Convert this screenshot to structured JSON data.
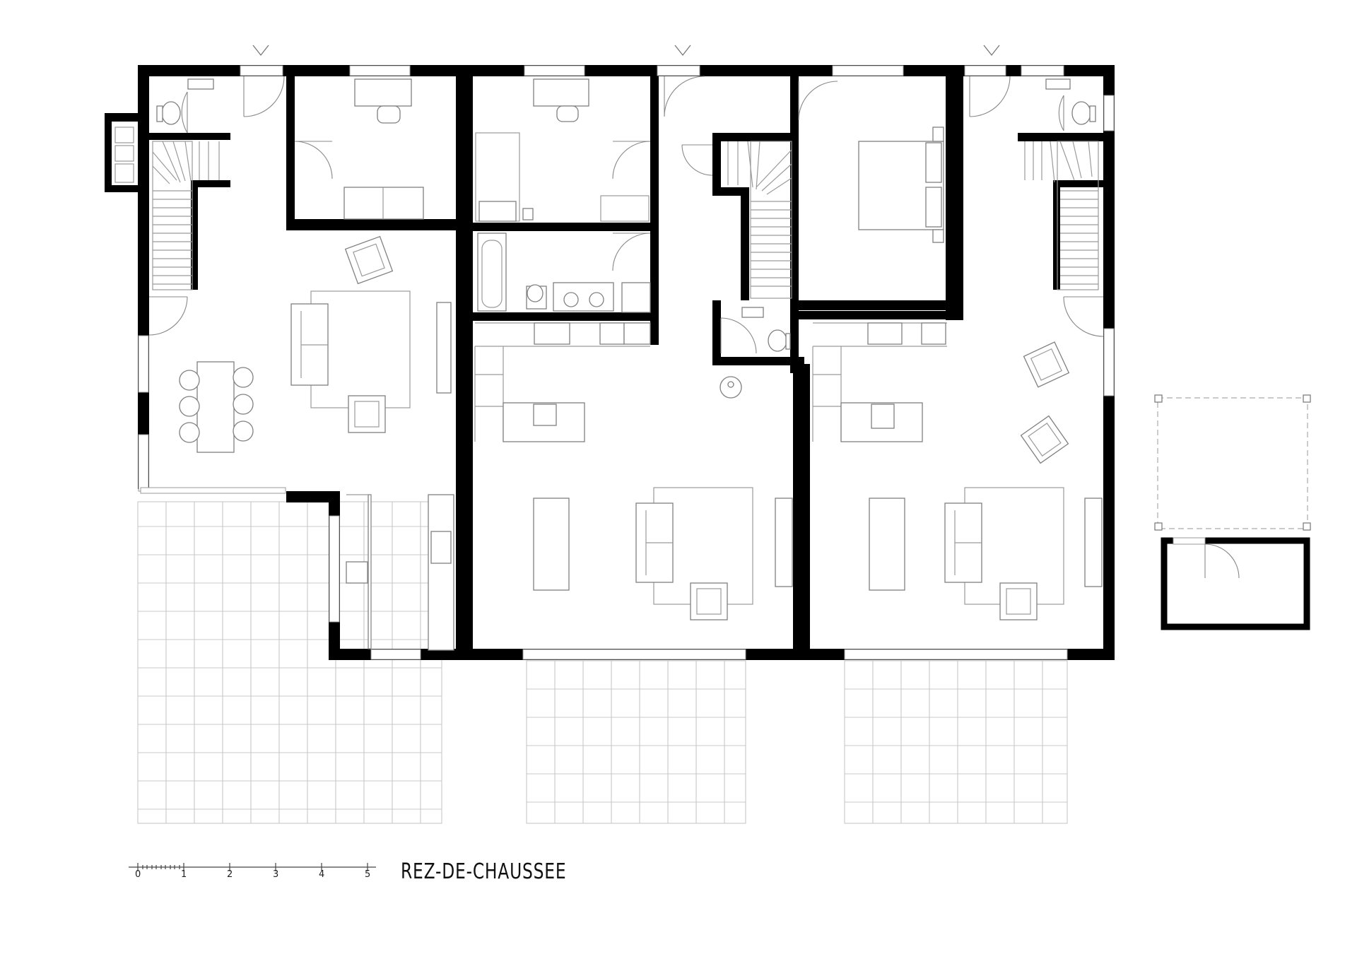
{
  "drawing": {
    "title": "REZ-DE-CHAUSSEE",
    "scale_labels": [
      "0",
      "1",
      "2",
      "3",
      "4",
      "5"
    ]
  },
  "colors": {
    "wall": "#000000",
    "furniture": "#808080",
    "paving": "#c8c8c8",
    "background": "#ffffff"
  }
}
